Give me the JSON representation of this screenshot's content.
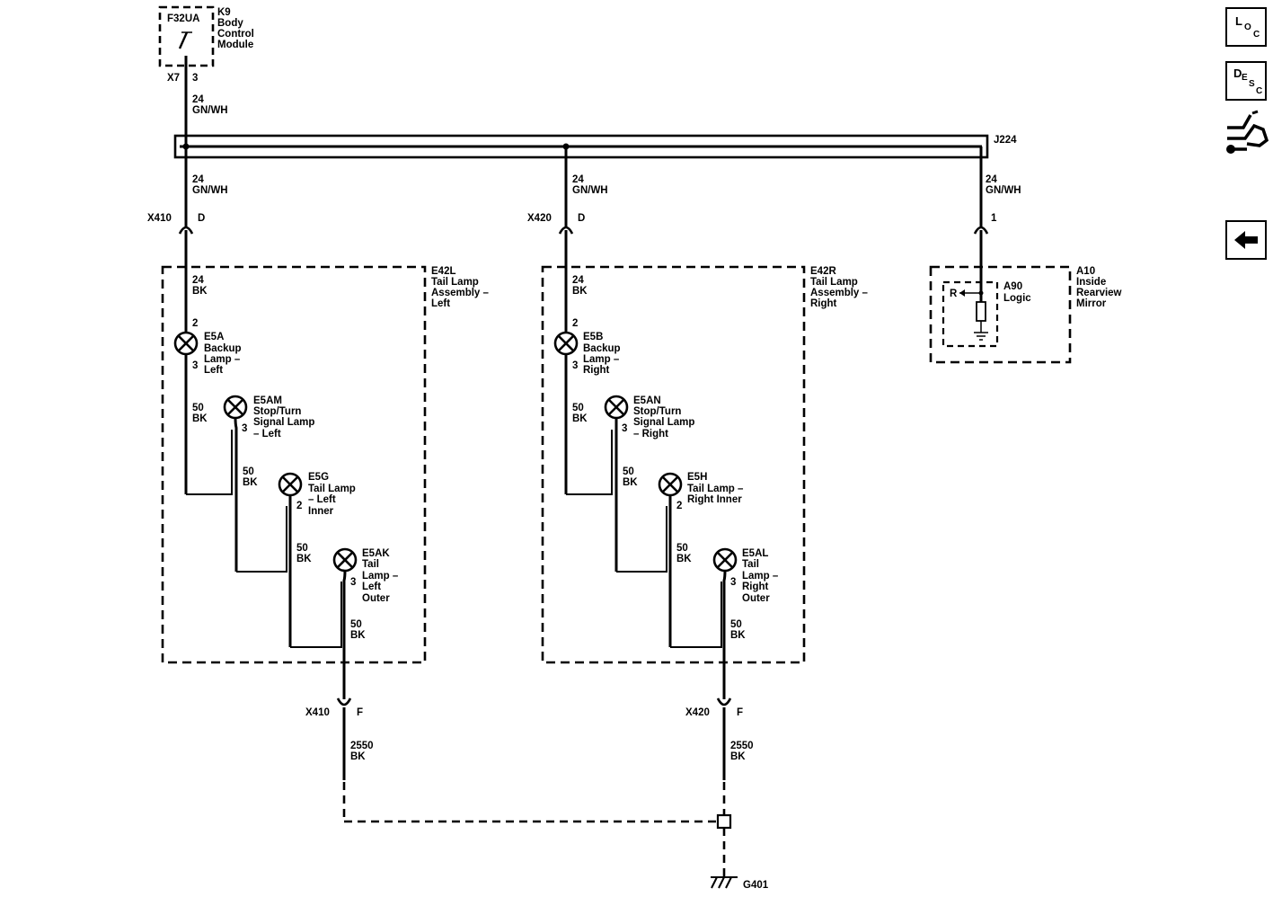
{
  "nav": {
    "loc": {
      "l1": "L",
      "l2": "O",
      "l3": "C"
    },
    "desc": {
      "l1": "D",
      "l2": "E",
      "l3": "S",
      "l4": "C"
    }
  },
  "icons": {
    "harness": "wire-harness-icon",
    "back": "back-arrow-icon"
  },
  "bcm": {
    "fuse": "F32UA",
    "name": [
      "K9",
      "Body",
      "Control",
      "Module"
    ],
    "connector": "X7",
    "pin": "3",
    "wire": {
      "size": "24",
      "color": "GN/WH"
    }
  },
  "splice": {
    "id": "J224"
  },
  "left": {
    "conn_top": {
      "id": "X410",
      "pin": "D"
    },
    "wire_top": {
      "size": "24",
      "color": "GN/WH"
    },
    "assembly": {
      "id": "E42L",
      "name": [
        "Tail Lamp",
        "Assembly –",
        "Left"
      ]
    },
    "wire_in": {
      "size": "24",
      "color": "BK"
    },
    "backup": {
      "id": "E5A",
      "name": [
        "Backup",
        "Lamp –",
        "Left"
      ],
      "pin_in": "2",
      "pin_out": "3"
    },
    "w1": {
      "size": "50",
      "color": "BK"
    },
    "stopturn": {
      "id": "E5AM",
      "name": [
        "Stop/Turn",
        "Signal Lamp",
        "– Left"
      ],
      "pin": "3"
    },
    "w2": {
      "size": "50",
      "color": "BK"
    },
    "inner": {
      "id": "E5G",
      "name": [
        "Tail Lamp",
        "– Left",
        "Inner"
      ],
      "pin": "2"
    },
    "w3": {
      "size": "50",
      "color": "BK"
    },
    "outer": {
      "id": "E5AK",
      "name": [
        "Tail",
        "Lamp –",
        "Left",
        "Outer"
      ],
      "pin": "3"
    },
    "w4": {
      "size": "50",
      "color": "BK"
    },
    "conn_bot": {
      "id": "X410",
      "pin": "F"
    },
    "wire_bot": {
      "size": "2550",
      "color": "BK"
    }
  },
  "right": {
    "conn_top": {
      "id": "X420",
      "pin": "D"
    },
    "wire_top": {
      "size": "24",
      "color": "GN/WH"
    },
    "assembly": {
      "id": "E42R",
      "name": [
        "Tail Lamp",
        "Assembly –",
        "Right"
      ]
    },
    "wire_in": {
      "size": "24",
      "color": "BK"
    },
    "backup": {
      "id": "E5B",
      "name": [
        "Backup",
        "Lamp –",
        "Right"
      ],
      "pin_in": "2",
      "pin_out": "3"
    },
    "w1": {
      "size": "50",
      "color": "BK"
    },
    "stopturn": {
      "id": "E5AN",
      "name": [
        "Stop/Turn",
        "Signal Lamp",
        "– Right"
      ],
      "pin": "3"
    },
    "w2": {
      "size": "50",
      "color": "BK"
    },
    "inner": {
      "id": "E5H",
      "name": [
        "Tail Lamp –",
        "Right Inner"
      ],
      "pin": "2"
    },
    "w3": {
      "size": "50",
      "color": "BK"
    },
    "outer": {
      "id": "E5AL",
      "name": [
        "Tail",
        "Lamp –",
        "Right",
        "Outer"
      ],
      "pin": "3"
    },
    "w4": {
      "size": "50",
      "color": "BK"
    },
    "conn_bot": {
      "id": "X420",
      "pin": "F"
    },
    "wire_bot": {
      "size": "2550",
      "color": "BK"
    }
  },
  "mirror": {
    "wire_top": {
      "size": "24",
      "color": "GN/WH"
    },
    "pin": "1",
    "assembly": {
      "id": "A10",
      "name": [
        "Inside",
        "Rearview",
        "Mirror"
      ]
    },
    "logic": {
      "id": "A90",
      "name": "Logic"
    },
    "r_label": "R"
  },
  "ground": {
    "id": "G401"
  }
}
